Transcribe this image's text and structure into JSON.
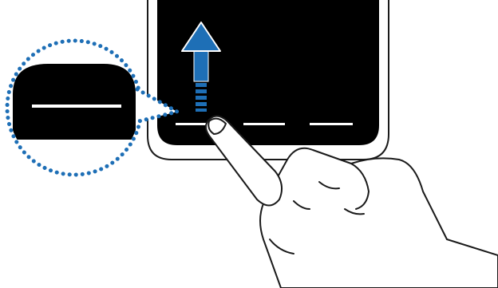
{
  "illustration": {
    "device": {
      "screen_color": "#000000",
      "frame_color": "#ffffff",
      "outline_color": "#1a1a1a"
    },
    "navigation_hints": {
      "count": 3,
      "color": "#ffffff"
    },
    "swipe_arrow": {
      "direction": "up",
      "color": "#1e6fb6"
    },
    "magnifier_callout": {
      "border_color": "#1e6fb6",
      "border_style": "dotted",
      "content": "gesture-hint-bar"
    },
    "hand": {
      "gesture": "swipe-up-from-bottom-edge",
      "outline_color": "#1a1a1a",
      "fill_color": "#ffffff"
    }
  }
}
